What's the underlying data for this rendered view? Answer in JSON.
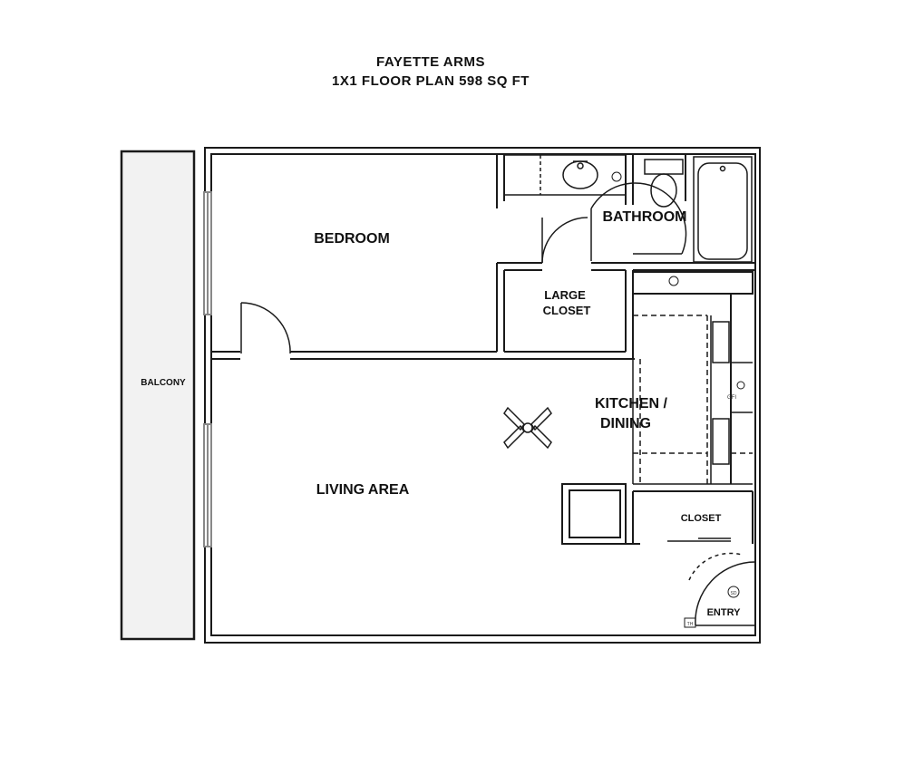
{
  "title": {
    "line1": "FAYETTE ARMS",
    "line2": "1X1 FLOOR PLAN 598 SQ FT"
  },
  "rooms": {
    "balcony": "BALCONY",
    "bedroom": "BEDROOM",
    "bathroom": "BATHROOM",
    "large_closet_line1": "LARGE",
    "large_closet_line2": "CLOSET",
    "kitchen_line1": "KITCHEN /",
    "kitchen_line2": "DINING",
    "living_area": "LIVING AREA",
    "closet": "CLOSET",
    "entry": "ENTRY"
  },
  "fixtures": {
    "gfi": "GFI",
    "smoke_detector": "SD",
    "thermostat": "TH"
  },
  "colors": {
    "wall": "#1a1a1a",
    "balcony_fill": "#f2f2f2",
    "window": "#888888"
  }
}
